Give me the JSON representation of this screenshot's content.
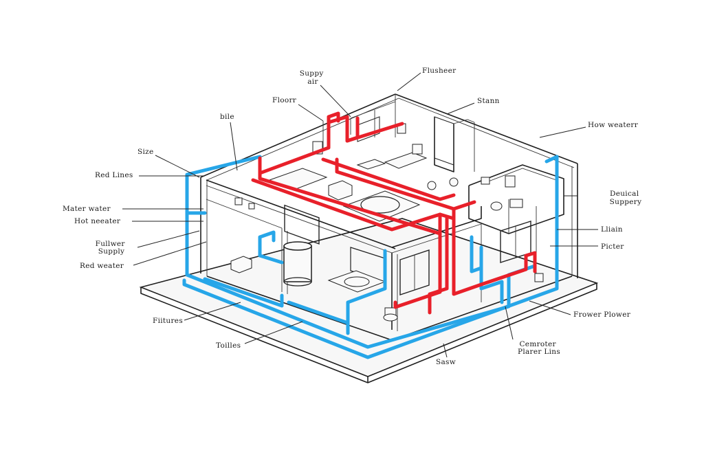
{
  "colors": {
    "hot_pipe": "#e8202a",
    "cold_pipe": "#27a6e8",
    "line": "#1e1e1e",
    "background": "#ffffff"
  },
  "labels": {
    "suppy_air": [
      "Suppy",
      "air"
    ],
    "flusheer": "Flusheer",
    "floorr": "Floorr",
    "stann": "Stann",
    "bile": "bile",
    "how_weaterr": "How weaterr",
    "size": "Size",
    "red_lines": "Red Lines",
    "deuical_suppery": [
      "Deuical",
      "Suppery"
    ],
    "mater_water": "Mater water",
    "hot_neeater": "Hot neeater",
    "lliain": "Lliain",
    "fullwer_supply": [
      "Fullwer",
      "Supply"
    ],
    "picter": "Picter",
    "red_weater": "Red weater",
    "fiitures": "Fiitures",
    "frower_plower": "Frower Plower",
    "toilles": "Toilles",
    "cemroter_plarer_lins": [
      "Cemroter",
      "Plarer Lins"
    ],
    "sasw": "Sasw"
  }
}
